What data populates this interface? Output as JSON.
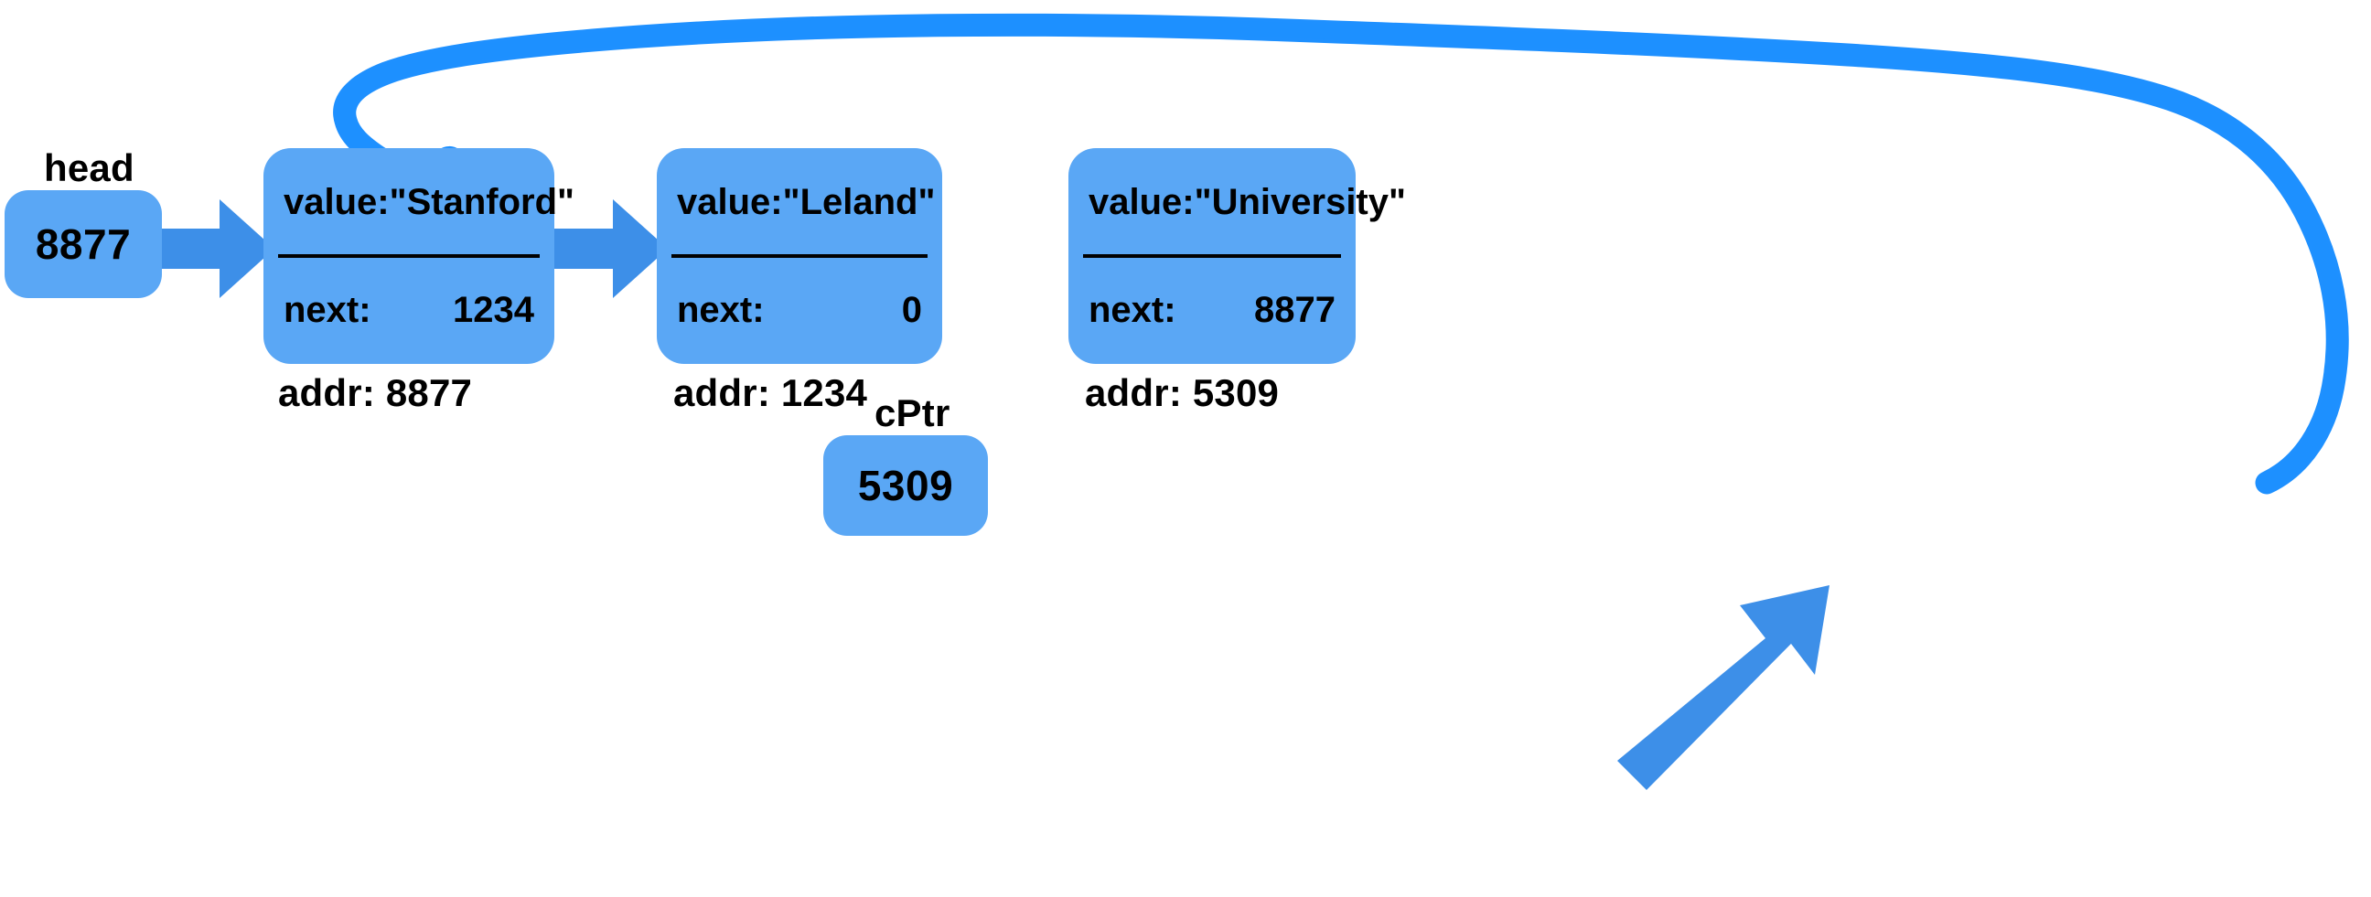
{
  "diagram": {
    "title": "Linked list with circular next pointer",
    "colors": {
      "node_fill": "#5AA7F5",
      "pointer_box_fill": "#5AA7F5",
      "straight_arrow": "#3D8FE8",
      "curved_arrow": "#1E90FF",
      "text": "#000000",
      "background": "#FFFFFF"
    }
  },
  "pointers": [
    {
      "label": "head",
      "value": "8877"
    },
    {
      "label": "cPtr",
      "value": "5309"
    }
  ],
  "nodes": [
    {
      "value_key": "value:",
      "value": "\"Stanford\"",
      "next_key": "next:",
      "next": "1234",
      "addr": "addr: 8877"
    },
    {
      "value_key": "value:",
      "value": "\"Leland\"",
      "next_key": "next:",
      "next": "0",
      "addr": "addr: 1234"
    },
    {
      "value_key": "value:",
      "value": "\"University\"",
      "next_key": "next:",
      "next": "8877",
      "addr": "addr: 5309"
    }
  ],
  "arrows": [
    {
      "name": "head-to-node1",
      "from": "head",
      "to": "node-1",
      "style": "straight-right"
    },
    {
      "name": "node1-to-node2",
      "from": "node-1",
      "to": "node-2",
      "style": "straight-right"
    },
    {
      "name": "cptr-to-node3",
      "from": "cPtr",
      "to": "node-3",
      "style": "diagonal-up-right"
    },
    {
      "name": "node3-next-to-node1",
      "from": "node-3",
      "to": "node-1",
      "style": "hand-drawn-wraparound"
    }
  ]
}
